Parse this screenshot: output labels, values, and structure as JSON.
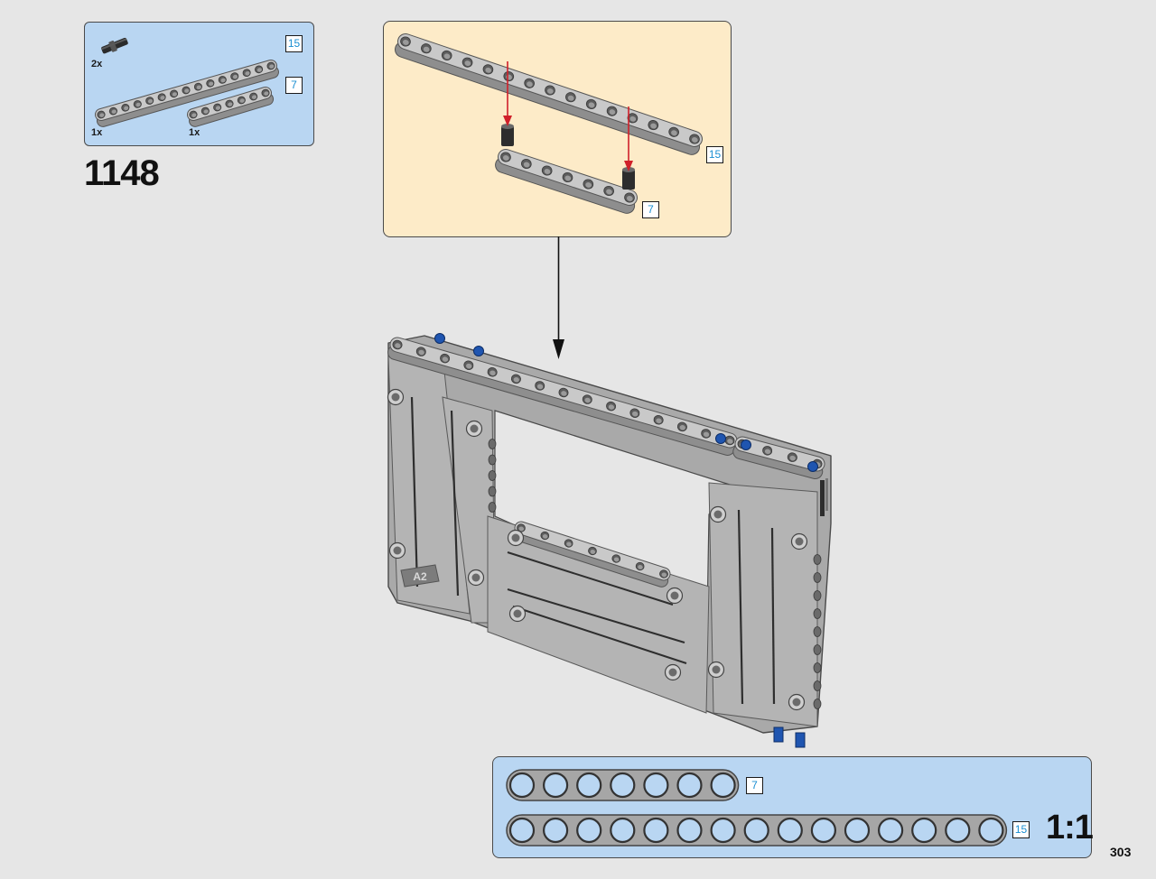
{
  "step": {
    "number": "1148"
  },
  "page": {
    "number": "303"
  },
  "parts_list": {
    "items": [
      {
        "part": "axle-connector",
        "qty": "2x"
      },
      {
        "part": "beam",
        "length": "15",
        "qty": "1x"
      },
      {
        "part": "beam",
        "length": "7",
        "qty": "1x"
      }
    ]
  },
  "sub_assembly": {
    "beam_long_label": "15",
    "beam_short_label": "7"
  },
  "model": {
    "sticker_label": "A2"
  },
  "scale_guide": {
    "label": "1:1",
    "beams": [
      {
        "holes": 7,
        "label": "7"
      },
      {
        "holes": 15,
        "label": "15"
      }
    ]
  },
  "colors": {
    "background": "#e6e6e6",
    "parts_panel": "#b9d6f2",
    "sub_panel": "#fdebc8",
    "beam_gray": "#a4a4a4",
    "badge_text": "#1b8fd2",
    "arrow_red": "#d0202a",
    "pin_blue": "#1f55b0"
  }
}
